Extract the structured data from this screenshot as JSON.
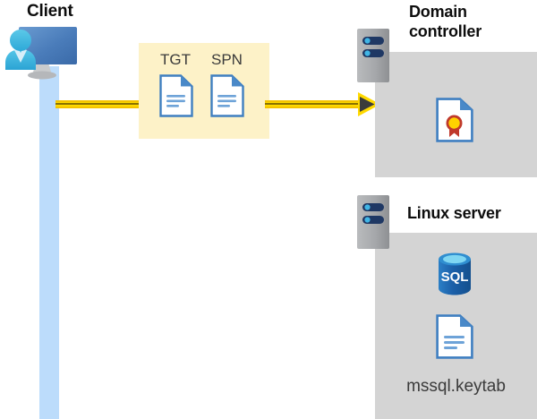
{
  "diagram": {
    "title": "Kerberos authentication flow: Client requests TGT/SPN from Domain controller; Linux server hosts SQL with mssql.keytab",
    "background": "#ffffff",
    "colors": {
      "arrow_yellow": "#ffd900",
      "arrow_yellow_dark": "#8a7200",
      "message_box_fill": "#fdf2c8",
      "panel_gray": "#d4d4d4",
      "lifeline_blue": "#bcdcfb",
      "server_gray": "#a6a8ab",
      "server_pill_navy": "#1f3864",
      "server_dot_blue": "#41b6e6",
      "doc_blue": "#4a89c8",
      "sql_blue": "#1b5fa8",
      "cert_gold": "#ffd200",
      "cert_red": "#c0392b",
      "title_black": "#0d0d0d",
      "label_gray": "#3b3b3b"
    }
  },
  "client": {
    "label": "Client",
    "icon": "user-monitor-icon",
    "lifeline": "client-lifeline"
  },
  "message": {
    "box_name": "tgt-spn-message-box",
    "items": [
      {
        "label": "TGT",
        "icon": "document-icon"
      },
      {
        "label": "SPN",
        "icon": "document-icon"
      }
    ]
  },
  "arrow": {
    "name": "client-to-domain-controller-arrow",
    "direction": "right",
    "head": "arrow-head-icon"
  },
  "nodes": [
    {
      "key": "domain_controller",
      "title": "Domain\ncontroller",
      "server_icon": "server-rack-icon",
      "contents": [
        {
          "icon": "certificate-document-icon",
          "label": ""
        }
      ]
    },
    {
      "key": "linux_server",
      "title": "Linux server",
      "server_icon": "server-rack-icon",
      "contents": [
        {
          "icon": "sql-database-icon",
          "label": "SQL"
        },
        {
          "icon": "document-icon",
          "label": "mssql.keytab"
        }
      ]
    }
  ],
  "labels": {
    "sql_text": "SQL",
    "keytab_filename": "mssql.keytab"
  }
}
